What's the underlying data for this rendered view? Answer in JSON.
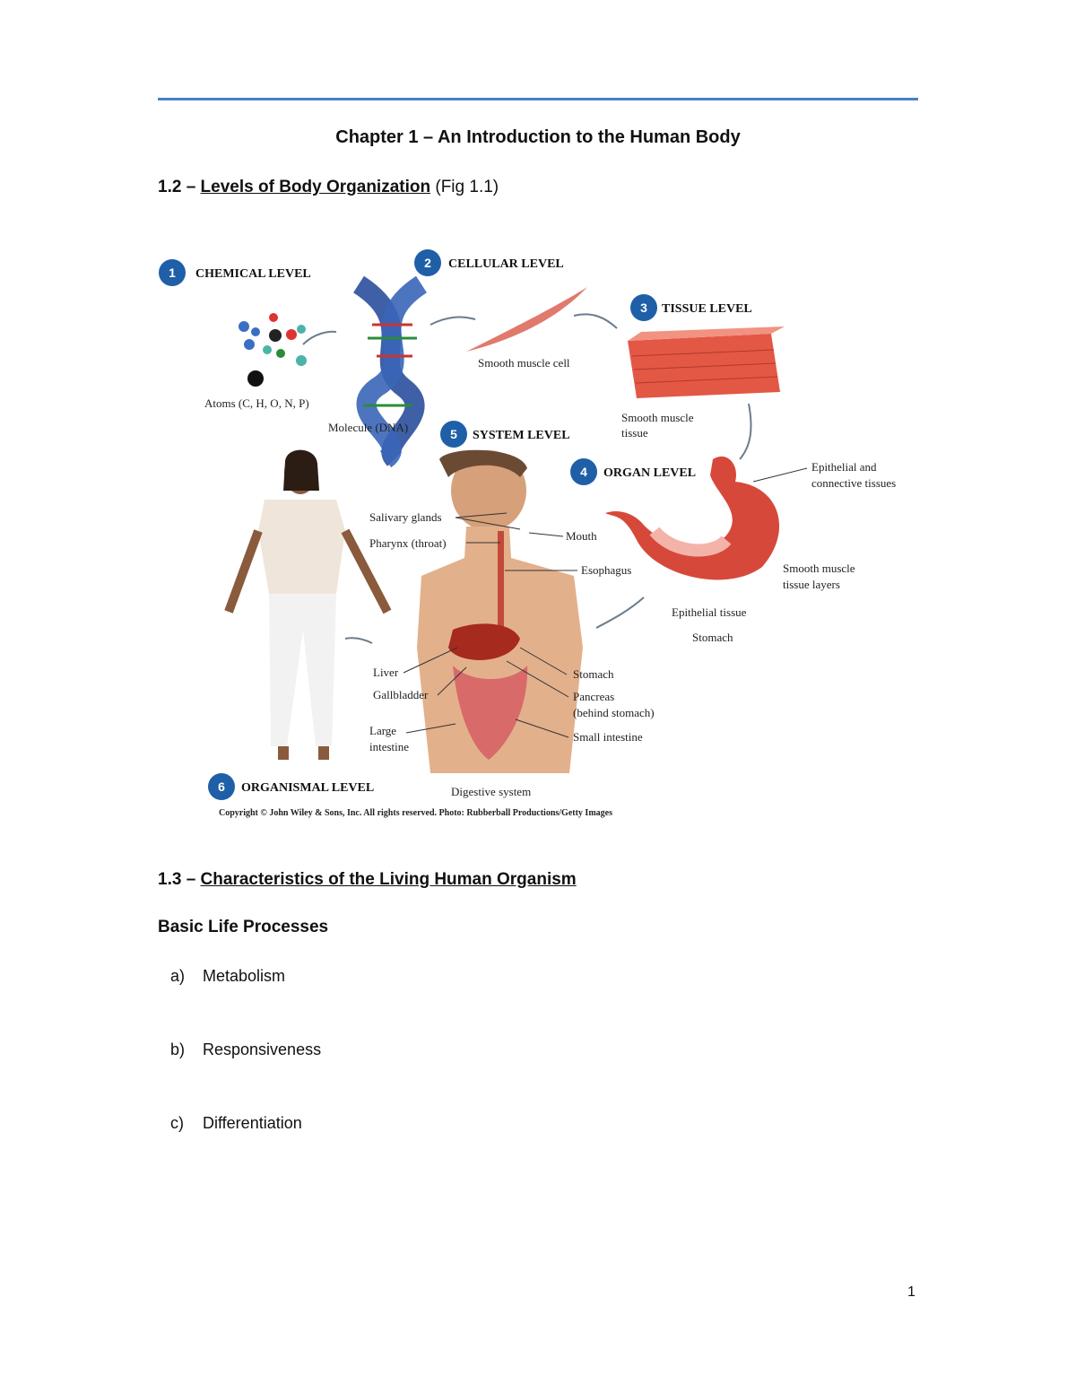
{
  "doc": {
    "title": "Chapter 1 – An Introduction to the Human Body",
    "page_number": "1"
  },
  "section_1_2": {
    "number": "1.2 – ",
    "heading": "Levels of Body Organization",
    "fig_ref": " (Fig 1.1)"
  },
  "figure": {
    "levels": [
      {
        "n": "1",
        "label": "CHEMICAL LEVEL"
      },
      {
        "n": "2",
        "label": "CELLULAR LEVEL"
      },
      {
        "n": "3",
        "label": "TISSUE LEVEL"
      },
      {
        "n": "4",
        "label": "ORGAN LEVEL"
      },
      {
        "n": "5",
        "label": "SYSTEM LEVEL"
      },
      {
        "n": "6",
        "label": "ORGANISMAL LEVEL"
      }
    ],
    "atoms": "Atoms (C, H, O, N, P)",
    "molecule": "Molecule (DNA)",
    "smooth_muscle_cell": "Smooth muscle cell",
    "smooth_muscle_tissue_1": "Smooth muscle",
    "smooth_muscle_tissue_2": "tissue",
    "epithelial_connective_1": "Epithelial and",
    "epithelial_connective_2": "connective tissues",
    "smooth_muscle_layers_1": "Smooth muscle",
    "smooth_muscle_layers_2": "tissue layers",
    "epithelial_tissue": "Epithelial tissue",
    "stomach_organ": "Stomach",
    "salivary_glands": "Salivary glands",
    "pharynx": "Pharynx (throat)",
    "mouth": "Mouth",
    "esophagus": "Esophagus",
    "liver": "Liver",
    "gallbladder": "Gallbladder",
    "stomach": "Stomach",
    "pancreas_1": "Pancreas",
    "pancreas_2": "(behind stomach)",
    "large_intestine_1": "Large",
    "large_intestine_2": "intestine",
    "small_intestine": "Small intestine",
    "digestive_system": "Digestive system",
    "copyright": "Copyright © John Wiley & Sons, Inc. All rights reserved. Photo: Rubberball Productions/Getty Images",
    "colors": {
      "badge": "#1f5fa8",
      "muscle": "#d9493a",
      "skin": "#e3b08c"
    }
  },
  "section_1_3": {
    "number": "1.3 – ",
    "heading": "Characteristics of the Living Human Organism"
  },
  "basic_life": {
    "heading": "Basic Life Processes",
    "items": [
      {
        "marker": "a)",
        "text": "Metabolism"
      },
      {
        "marker": "b)",
        "text": "Responsiveness"
      },
      {
        "marker": "c)",
        "text": "Differentiation"
      }
    ]
  }
}
